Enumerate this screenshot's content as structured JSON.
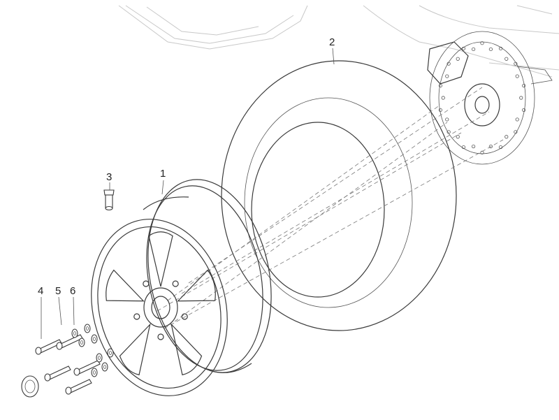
{
  "diagram": {
    "callouts": [
      {
        "id": "wheel-rim",
        "label": "1"
      },
      {
        "id": "tyre",
        "label": "2"
      },
      {
        "id": "valve",
        "label": "3"
      },
      {
        "id": "bolt",
        "label": "4"
      },
      {
        "id": "washer-small",
        "label": "5"
      },
      {
        "id": "washer-large",
        "label": "6"
      }
    ]
  }
}
